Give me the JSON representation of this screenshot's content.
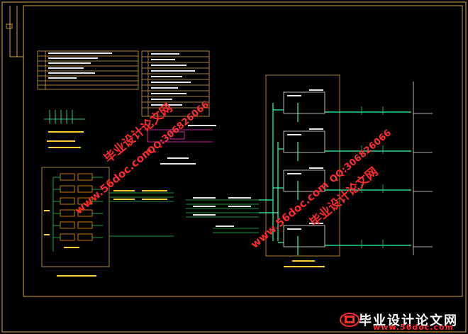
{
  "colors": {
    "border": "#e0b050",
    "frame": "#d9a441",
    "cyan": "#33ffaa",
    "green": "#22cc55",
    "orange": "#ff9900",
    "yellow": "#ffcc33",
    "white": "#e8e8e8",
    "magenta": "#ff33cc",
    "watermark": "#ff2a2a"
  },
  "watermarks": {
    "site_name": "毕业设计论文网",
    "site_url": "www.56doc.com",
    "qq": "QQ:306826066"
  },
  "footer_brand": {
    "name": "毕业设计论文网",
    "url": "www.56doc.com"
  }
}
